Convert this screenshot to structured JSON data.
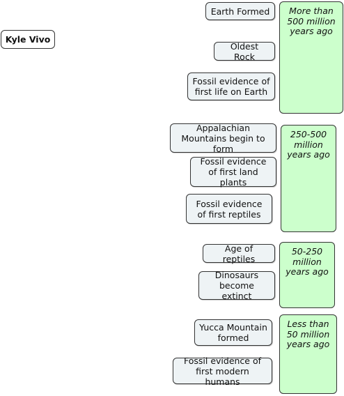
{
  "root": {
    "label": "Kyle Vivo"
  },
  "eras": [
    {
      "label": "More than 500 million years ago",
      "events": [
        "Earth Formed",
        "Oldest Rock",
        "Fossil evidence of first life on Earth"
      ]
    },
    {
      "label": "250-500 million years ago",
      "events": [
        "Appalachian Mountains begin to form",
        "Fossil evidence of first land plants",
        "Fossil evidence of first reptiles"
      ]
    },
    {
      "label": "50-250 million years ago",
      "events": [
        "Age of reptiles",
        "Dinosaurs become extinct"
      ]
    },
    {
      "label": "Less than 50 million years ago",
      "events": [
        "Yucca Mountain formed",
        "Fossil evidence of first modern humans"
      ]
    }
  ],
  "colors": {
    "era_fill": "#ccffcc",
    "event_fill": "#eef3f5",
    "border": "#333333"
  }
}
